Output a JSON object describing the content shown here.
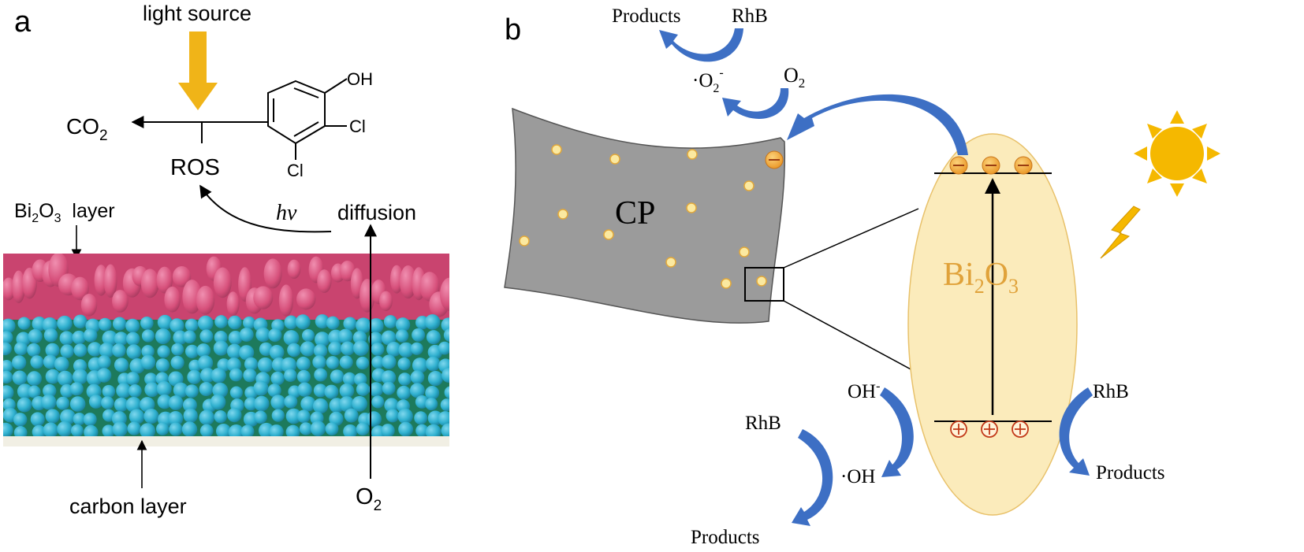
{
  "panel_a": {
    "label": "a",
    "light_source": "light source",
    "co2": {
      "main": "CO",
      "sub": "2"
    },
    "ros": "ROS",
    "oh": "OH",
    "cl_top": "Cl",
    "cl_bottom": "Cl",
    "bi2o3_layer": {
      "p1": "Bi",
      "s1": "2",
      "p2": "O",
      "s2": "3",
      "tail": "  layer"
    },
    "hv": "hv",
    "diffusion": "diffusion",
    "carbon_layer": "carbon layer",
    "o2": {
      "main": "O",
      "sub": "2"
    },
    "colors": {
      "arrow": "#f0b418",
      "bi2o3": "#d64f7a",
      "carbon_bg": "#1d7a5c",
      "carbon_sphere": "#2fb0cf"
    }
  },
  "panel_b": {
    "label": "b",
    "products_top": "Products",
    "rhb_top": "RhB",
    "superoxide": {
      "pre": "·O",
      "sub": "2",
      "sup": "-"
    },
    "o2": {
      "main": "O",
      "sub": "2"
    },
    "cp": "CP",
    "bi2o3": {
      "p1": "Bi",
      "s1": "2",
      "p2": "O",
      "s2": "3"
    },
    "oh_minus": {
      "main": "OH",
      "sup": "-"
    },
    "rhb_left": "RhB",
    "oh_radical": "·OH",
    "products_bottom_left": "Products",
    "rhb_right": "RhB",
    "products_bottom_right": "Products",
    "colors": {
      "arrow": "#3d6fc4",
      "sheet": "#9b9b9b",
      "ellipse": "#fbebbb",
      "electron": "#f0a030",
      "sun": "#f5b800"
    }
  }
}
